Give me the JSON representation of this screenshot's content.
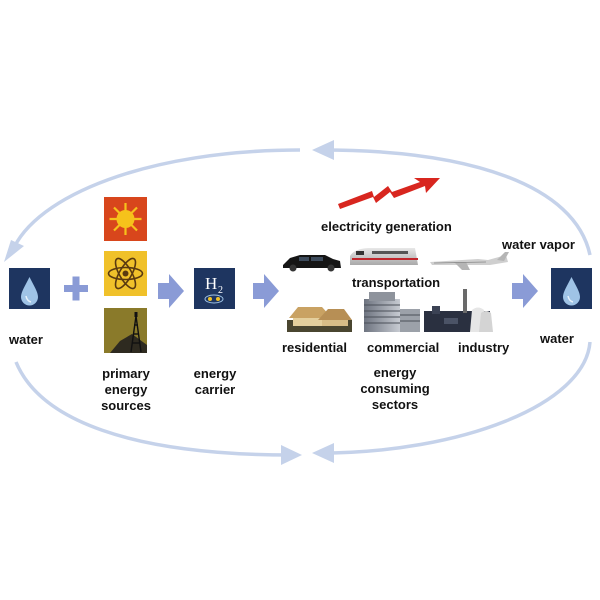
{
  "labels": {
    "water_left": "water",
    "primary_sources": [
      "primary",
      "energy",
      "sources"
    ],
    "carrier": [
      "energy",
      "carrier"
    ],
    "h2_symbol": "H",
    "h2_subscript": "2",
    "electricity_generation": "electricity generation",
    "transportation": "transportation",
    "residential": "residential",
    "commercial": "commercial",
    "industry": "industry",
    "consuming_sectors": [
      "energy",
      "consuming",
      "sectors"
    ],
    "water_vapor": "water vapor",
    "water_right": "water"
  },
  "colors": {
    "cycle_arrow": "#c5d2ea",
    "flow_arrow": "#8a9bd6",
    "plus": "#8a9bd6",
    "water_tile": "#1e3560",
    "water_drop": "#9fc3e6",
    "sun_tile": "#d8461c",
    "sun": "#f6c21b",
    "nuclear_tile": "#f0c12a",
    "coal_tile": "#8a7a2a",
    "h2_tile": "#1e3560",
    "lightning": "#d8261f"
  },
  "icons": [
    "water-drop-icon",
    "sun-icon",
    "atom-icon",
    "oil-derrick-icon",
    "hydrogen-tile-icon",
    "lightning-bolt-icon",
    "car-icon",
    "train-icon",
    "airplane-icon",
    "houses-icon",
    "office-building-icon",
    "factory-icon"
  ]
}
